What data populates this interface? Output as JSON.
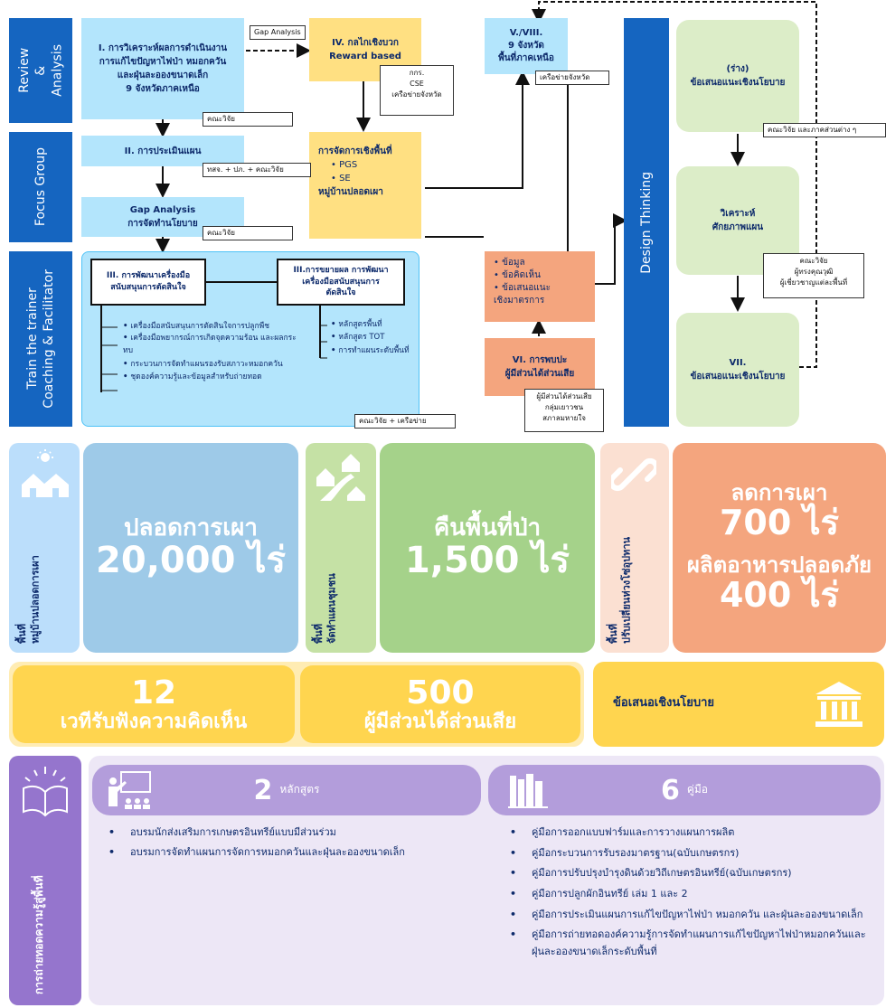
{
  "phases": {
    "review": "Review\n&\nAnalysis",
    "focus": "Focus Group",
    "train": "Train the trainer\nCoaching & Facilitator",
    "design": "Design Thinking"
  },
  "boxes": {
    "b1": "I. การวิเคราะห์ผลการดำเนินงาน\nการแก้ไขปัญหาไฟป่า หมอกควัน\nและฝุ่นละอองขนาดเล็ก\n9 จังหวัดภาคเหนือ",
    "b2": "II. การประเมินแผน",
    "b3": "Gap Analysis\nการจัดทำนโยบาย",
    "b4": "IV. กลไกเชิงบวก\nReward based",
    "b5_title": "การจัดการเชิงพื้นที่",
    "b5_items": [
      "PGS",
      "SE"
    ],
    "b5_footer": "หมู่บ้านปลอดเผา",
    "b6": "V./VIII.\n9 จังหวัด\nพื้นที่ภาคเหนือ",
    "b7_items": [
      "ข้อมูล",
      "ข้อคิดเห็น",
      "ข้อเสนอแนะ\nเชิงมาตรการ"
    ],
    "b8": "VI. การพบปะ\nผู้มีส่วนได้ส่วนเสีย",
    "g1": "(ร่าง)\nข้อเสนอแนะเชิงนโยบาย",
    "g2": "วิเคราะห์\nศักยภาพแผน",
    "g3": "VII.\nข้อเสนอแนะเชิงนโยบาย"
  },
  "train": {
    "left_title": "III. การพัฒนาเครื่องมือ\nสนับสนุนการตัดสินใจ",
    "right_title": "III.การขยายผล การพัฒนา\nเครื่องมือสนับสนุนการ\nตัดสินใจ",
    "left_items": [
      "เครื่องมือสนับสนุนการตัดสินใจการปลูกพืช",
      "เครื่องมือพยากรณ์การเกิดจุดความร้อน และผลกระทบ",
      "กระบวนการจัดทำแผนรองรับสภาวะหมอกควัน",
      "ชุดองค์ความรู้และข้อมูลสำหรับถ่ายทอด"
    ],
    "right_items": [
      "หลักสูตรพื้นที่",
      "หลักสูตร TOT",
      "การทำแผนระดับพื้นที่"
    ]
  },
  "notes": {
    "gap": "Gap Analysis",
    "team1": "คณะวิจัย",
    "team2": "ทสจ. + ปภ. + คณะวิจัย",
    "team3": "คณะวิจัย",
    "reward": "กกร.\nCSE\nเครือข่ายจังหวัด",
    "province": "เครือข่ายจังหวัด",
    "team_partners": "คณะวิจัย และภาคส่วนต่าง ๆ",
    "experts": "คณะวิจัย\nผู้ทรงคุณวุฒิ\nผู้เชี่ยวชาญแต่ละพื้นที่",
    "stake": "ผู้มีส่วนได้ส่วนเสีย\nกลุ่มเยาวชน\nสภาลมหายใจ",
    "network": "คณะวิจัย + เครือข่าย"
  },
  "stats": {
    "v1_label": "พื้นที่\nหมู่บ้านปลอดการเผา",
    "v1_text": "ปลอดการเผา",
    "v1_num": "20,000 ไร่",
    "v2_label": "พื้นที่\nจัดทำแผนชุมชน",
    "v2_text": "คืนพื้นที่ป่า",
    "v2_num": "1,500 ไร่",
    "v3_label": "พื้นที่\nปรับเปลี่ยนห่วงโซ่อุปทาน",
    "v3_t1": "ลดการเผา",
    "v3_n1": "700 ไร่",
    "v3_t2": "ผลิตอาหารปลอดภัย",
    "v3_n2": "400 ไร่"
  },
  "row2": {
    "n1": "12",
    "t1": "เวทีรับฟังความคิดเห็น",
    "n2": "500",
    "t2": "ผู้มีส่วนได้ส่วนเสีย",
    "policy": "ข้อเสนอเชิงนโยบาย"
  },
  "knowledge": {
    "label": "การถ่ายทอดความรู้สู่พื้นที่",
    "course_num": "2",
    "course_unit": "หลักสูตร",
    "manual_num": "6",
    "manual_unit": "คู่มือ",
    "courses": [
      "อบรมนักส่งเสริมการเกษตรอินทรีย์แบบมีส่วนร่วม",
      "อบรมการจัดทำแผนการจัดการหมอกควันและฝุ่นละอองขนาดเล็ก"
    ],
    "manuals": [
      "คู่มือการออกแบบฟาร์มและการวางแผนการผลิต",
      "คู่มือกระบวนการรับรองมาตรฐาน(ฉบับเกษตรกร)",
      "คู่มือการปรับปรุงบำรุงดินด้วยวิถีเกษตรอินทรีย์(ฉบับเกษตรกร)",
      "คู่มือการปลูกผักอินทรีย์ เล่ม 1 และ 2",
      "คู่มือการประเมินแผนการแก้ไขปัญหาไฟป่า หมอกควัน และฝุ่นละอองขนาดเล็ก",
      "คู่มือการถ่ายทอดองค์ความรู้การจัดทำแผนการแก้ไขปัญหาไฟป่าหมอกควันและฝุ่นละอองขนาดเล็กระดับพื้นที่"
    ]
  },
  "colors": {
    "blue": "#1565c0",
    "light_blue": "#b3e5fc",
    "yellow": "#ffe082",
    "orange": "#f4a57e",
    "green": "#dcedc8",
    "lavender": "#d1c4e9"
  }
}
